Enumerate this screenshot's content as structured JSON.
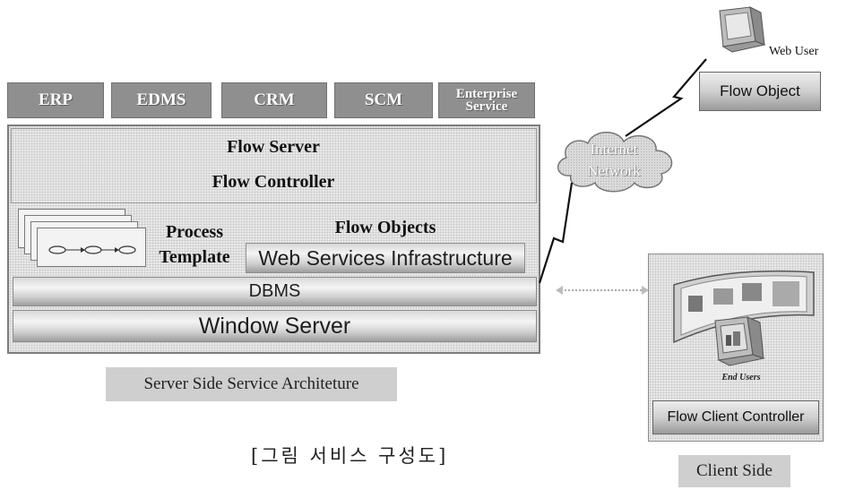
{
  "modules": [
    "ERP",
    "EDMS",
    "CRM",
    "SCM",
    "Enterprise Service"
  ],
  "server": {
    "flow_server": "Flow Server",
    "flow_controller": "Flow Controller",
    "process_template": "Process Template",
    "flow_objects": "Flow Objects",
    "web_services": "Web Services Infrastructure",
    "dbms": "DBMS",
    "window_server": "Window Server"
  },
  "network": "Internet Network",
  "web_user": "Web User",
  "flow_object": "Flow Object",
  "end_users": "End Users",
  "flow_client_controller": "Flow Client Controller",
  "server_side_label": "Server Side Service Architeture",
  "client_side_label": "Client Side",
  "caption": "[그림 서비스 구성도]"
}
